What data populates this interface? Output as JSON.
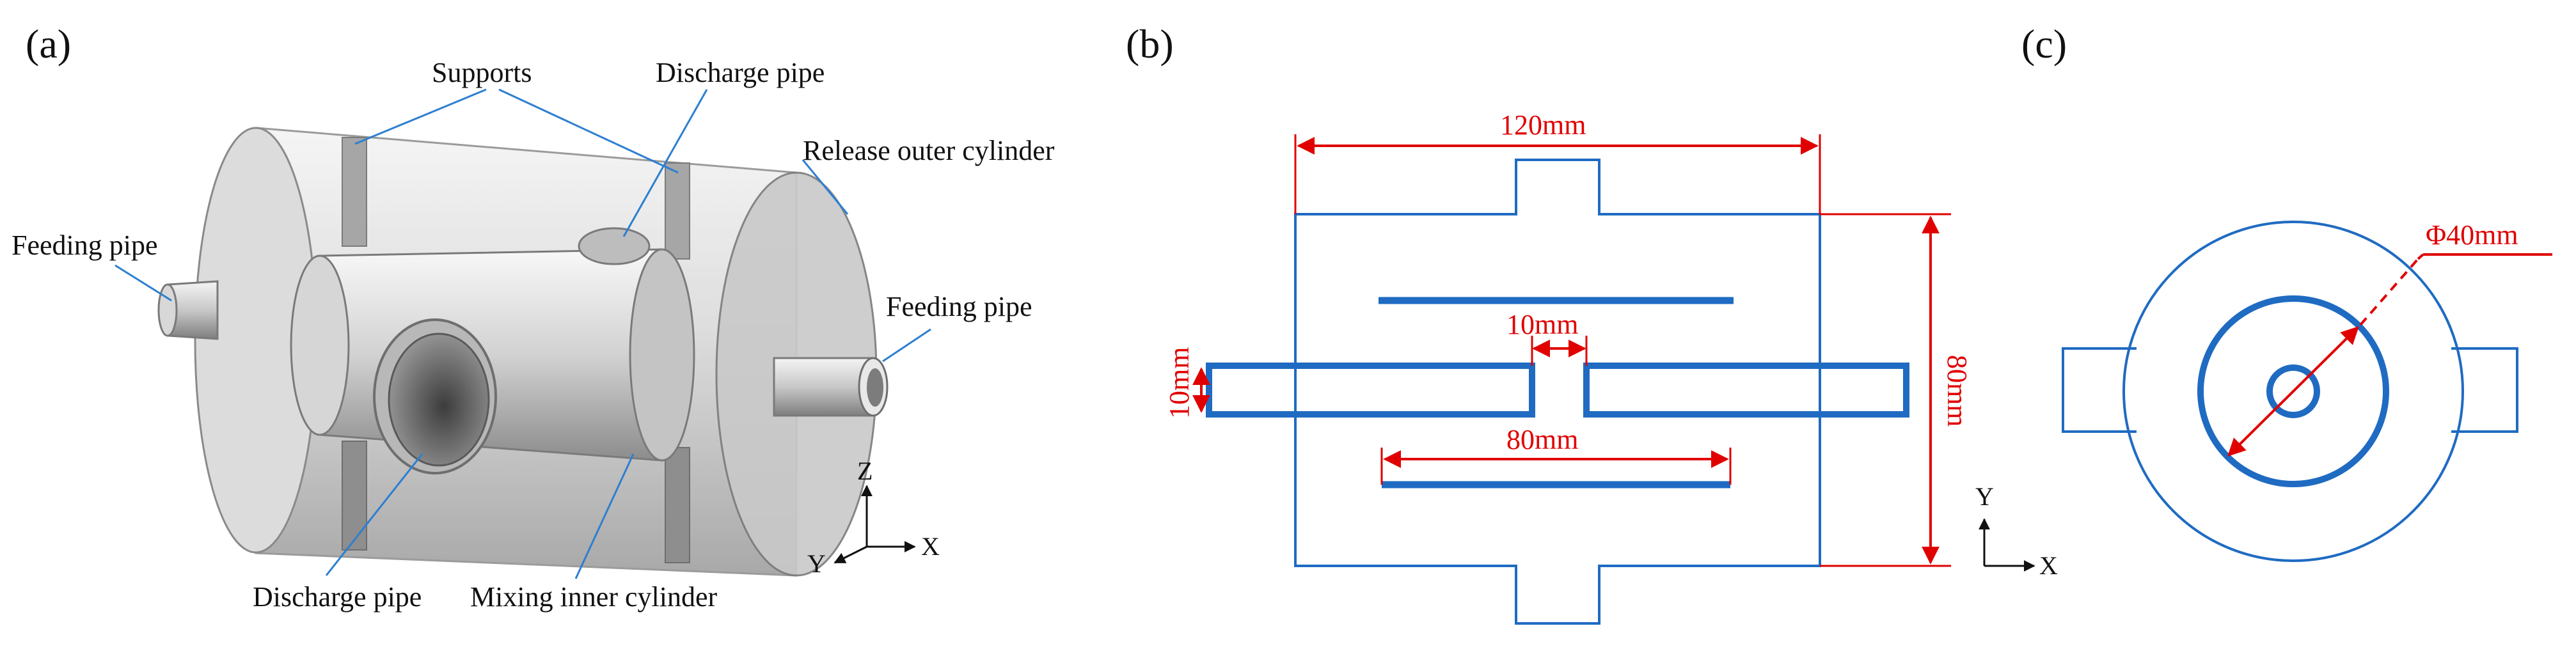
{
  "panels": {
    "a": "(a)",
    "b": "(b)",
    "c": "(c)"
  },
  "panel_a": {
    "supports": "Supports",
    "discharge_pipe_top": "Discharge pipe",
    "release_outer_cylinder": "Release outer cylinder",
    "feeding_pipe_left": "Feeding pipe",
    "feeding_pipe_right": "Feeding pipe",
    "discharge_pipe_bottom": "Discharge pipe",
    "mixing_inner_cylinder": "Mixing inner cylinder",
    "axis_z": "Z",
    "axis_x": "X",
    "axis_y": "Y"
  },
  "panel_b": {
    "dim_width": "120mm",
    "dim_height": "80mm",
    "dim_gap": "10mm",
    "dim_pipe": "10mm",
    "dim_inner": "80mm",
    "axis_y": "Y",
    "axis_x": "X"
  },
  "panel_c": {
    "dim_diameter": "Φ40mm"
  },
  "colors": {
    "drawing_blue": "#1f6bc2",
    "dimension_red": "#e00000",
    "leader_blue": "#2e7fd0"
  }
}
